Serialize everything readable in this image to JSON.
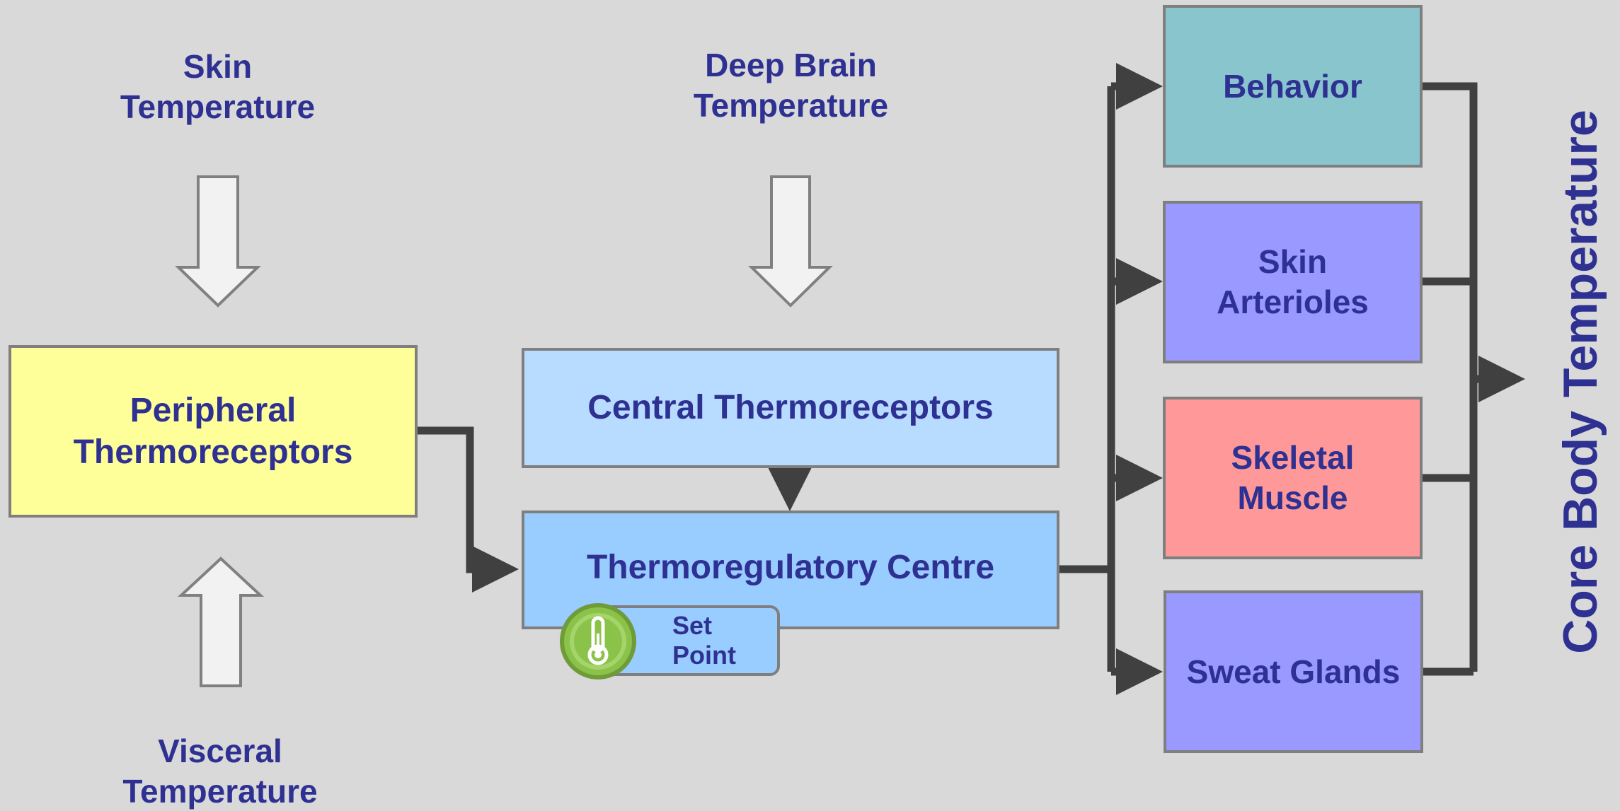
{
  "inputs": {
    "skin": [
      "Skin",
      "Temperature"
    ],
    "deep_brain": [
      "Deep Brain",
      "Temperature"
    ],
    "visceral": [
      "Visceral",
      "Temperature"
    ]
  },
  "receptors": {
    "peripheral": [
      "Peripheral",
      "Thermoreceptors"
    ],
    "central": "Central Thermoreceptors"
  },
  "centre": {
    "label": "Thermoregulatory Centre",
    "set_point": "Set Point"
  },
  "effectors": {
    "behavior": [
      "Behavior"
    ],
    "skin_arterioles": [
      "Skin",
      "Arterioles"
    ],
    "skeletal_muscle": [
      "Skeletal",
      "Muscle"
    ],
    "sweat_glands": [
      "Sweat Glands"
    ]
  },
  "output": "Core Body Temperature",
  "colors": {
    "background": "#d9d9d9",
    "text": "#2e3192",
    "peripheral_box": "#ffff99",
    "central_box": "#b8dcff",
    "centre_box": "#99ccff",
    "behavior_box": "#88c5cc",
    "skin_arterioles_box": "#9999ff",
    "skeletal_muscle_box": "#ff9999",
    "sweat_glands_box": "#9999ff",
    "set_point_icon": "#8bc34a"
  },
  "icons": {
    "set_point": "thermometer-icon"
  }
}
